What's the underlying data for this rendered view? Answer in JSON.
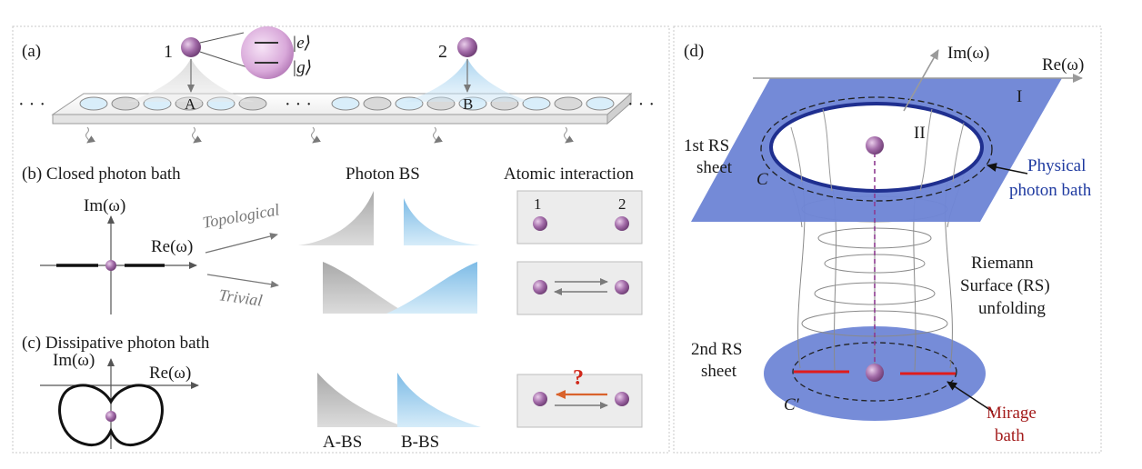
{
  "panel_a": {
    "label": "(a)",
    "atom1_label": "1",
    "atom2_label": "2",
    "excited_state": "|e⟩",
    "ground_state": "|g⟩",
    "site_a": "A",
    "site_b": "B",
    "dots": "· · ·"
  },
  "panel_b": {
    "label": "(b) Closed photon bath",
    "im_axis": "Im(ω)",
    "re_axis": "Re(ω)",
    "topological": "Topological",
    "trivial": "Trivial",
    "photon_bs_title": "Photon BS",
    "atomic_title": "Atomic interaction",
    "atom1": "1",
    "atom2": "2"
  },
  "panel_c": {
    "label": "(c) Dissipative photon bath",
    "im_axis": "Im(ω)",
    "re_axis": "Re(ω)",
    "a_bs": "A-BS",
    "b_bs": "B-BS",
    "question": "?"
  },
  "panel_d": {
    "label": "(d)",
    "im_axis": "Im(ω)",
    "re_axis": "Re(ω)",
    "region_I": "I",
    "region_II": "II",
    "first_sheet_1": "1st RS",
    "first_sheet_2": "sheet",
    "contour_C": "C",
    "physical_bath_1": "Physical",
    "physical_bath_2": "photon bath",
    "riemann_1": "Riemann",
    "riemann_2": "Surface (RS)",
    "riemann_3": "unfolding",
    "second_sheet_1": "2nd RS",
    "second_sheet_2": "sheet",
    "contour_C_prime": "C′",
    "mirage_1": "Mirage",
    "mirage_2": "bath"
  },
  "colors": {
    "sheet_blue": "#6f86d6",
    "ring_navy": "#1f2f8f",
    "atom_purple": "#a26ba8",
    "physical_text": "#1f3aa0",
    "mirage_text": "#a31b1b",
    "red_line": "#e01c1c",
    "orange_arrow": "#d9622b",
    "question_red": "#d0281a",
    "gray_fill": "#b9b9b9",
    "blue_fill": "#8fc6ea"
  }
}
